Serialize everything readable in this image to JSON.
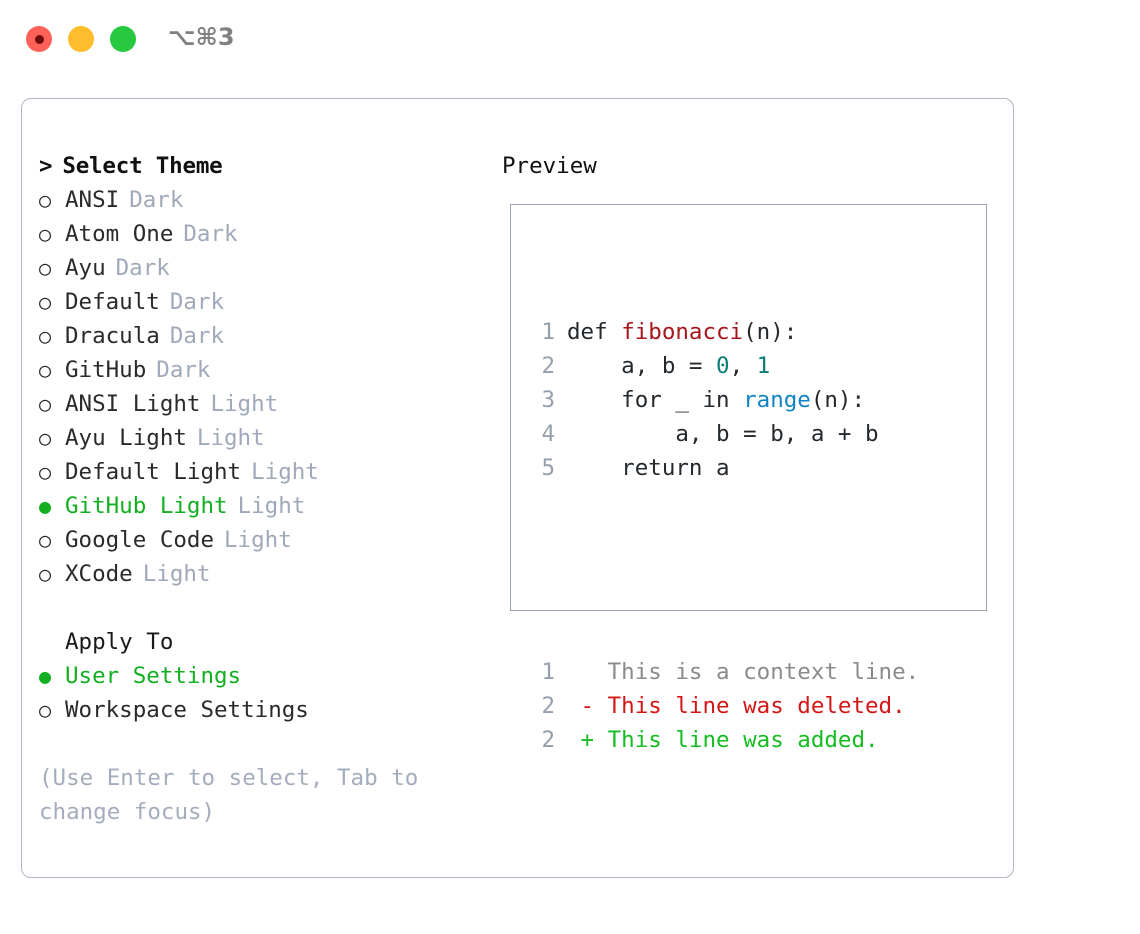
{
  "titlebar": {
    "shortcut": "⌥⌘3",
    "buttons": [
      {
        "name": "close",
        "color": "#ff6159"
      },
      {
        "name": "minimize",
        "color": "#ffbd2e"
      },
      {
        "name": "maximize",
        "color": "#26c940"
      }
    ]
  },
  "theme_list": {
    "header_caret": ">",
    "header": "Select Theme",
    "marker_unselected": "○",
    "marker_selected": "●",
    "items": [
      {
        "label": "ANSI",
        "tag": "Dark",
        "selected": false
      },
      {
        "label": "Atom One",
        "tag": "Dark",
        "selected": false
      },
      {
        "label": "Ayu",
        "tag": "Dark",
        "selected": false
      },
      {
        "label": "Default",
        "tag": "Dark",
        "selected": false
      },
      {
        "label": "Dracula",
        "tag": "Dark",
        "selected": false
      },
      {
        "label": "GitHub",
        "tag": "Dark",
        "selected": false
      },
      {
        "label": "ANSI Light",
        "tag": "Light",
        "selected": false
      },
      {
        "label": "Ayu Light",
        "tag": "Light",
        "selected": false
      },
      {
        "label": "Default Light",
        "tag": "Light",
        "selected": false
      },
      {
        "label": "GitHub Light",
        "tag": "Light",
        "selected": true
      },
      {
        "label": "Google Code",
        "tag": "Light",
        "selected": false
      },
      {
        "label": "XCode",
        "tag": "Light",
        "selected": false
      }
    ]
  },
  "apply_to": {
    "header": "Apply To",
    "options": [
      {
        "label": "User Settings",
        "selected": true
      },
      {
        "label": "Workspace Settings",
        "selected": false
      }
    ]
  },
  "hint": "(Use Enter to select, Tab to change focus)",
  "preview": {
    "title": "Preview",
    "code_lines": [
      {
        "no": "1",
        "tokens": [
          {
            "t": "def ",
            "c": "plain"
          },
          {
            "t": "fibonacci",
            "c": "func"
          },
          {
            "t": "(n):",
            "c": "plain"
          }
        ]
      },
      {
        "no": "2",
        "tokens": [
          {
            "t": "    a, b = ",
            "c": "plain"
          },
          {
            "t": "0",
            "c": "num"
          },
          {
            "t": ", ",
            "c": "plain"
          },
          {
            "t": "1",
            "c": "num"
          }
        ]
      },
      {
        "no": "3",
        "tokens": [
          {
            "t": "    for _ in ",
            "c": "plain"
          },
          {
            "t": "range",
            "c": "call"
          },
          {
            "t": "(n):",
            "c": "plain"
          }
        ]
      },
      {
        "no": "4",
        "tokens": [
          {
            "t": "        a, b = b, a + b",
            "c": "plain"
          }
        ]
      },
      {
        "no": "5",
        "tokens": [
          {
            "t": "    return a",
            "c": "plain"
          }
        ]
      }
    ],
    "diff_lines": [
      {
        "no": "1",
        "sign": " ",
        "text": "This is a context line.",
        "kind": "ctx"
      },
      {
        "no": "2",
        "sign": "-",
        "text": "This line was deleted.",
        "kind": "del"
      },
      {
        "no": "2",
        "sign": "+",
        "text": "This line was added.",
        "kind": "add"
      }
    ]
  },
  "colors": {
    "selected_green": "#12b021",
    "tag_gray": "#9fa9ba",
    "hint_gray": "#a4adbd",
    "border": "#aeb7c4",
    "preview_border": "#98a3b3",
    "diff_add": "#16bd22",
    "diff_del": "#d31717",
    "code_func": "#a6161a",
    "code_num": "#0a7d74",
    "code_call": "#1184c4"
  }
}
